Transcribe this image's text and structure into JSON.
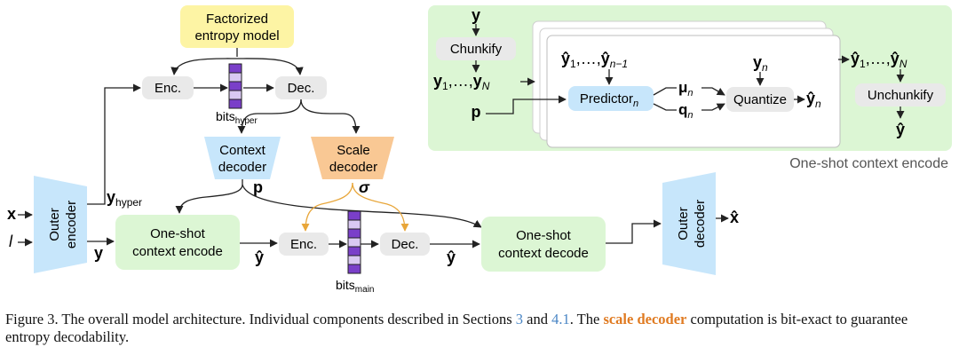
{
  "colors": {
    "green_fill": "#dcf6d4",
    "blue_fill": "#c7e6fb",
    "orange_fill": "#f9c894",
    "yellow_fill": "#fdf4a4",
    "gray_fill": "#e9e9e9",
    "purple_fill": "#7a3fc9",
    "purple_light": "#d9c8f2",
    "orange_arrow": "#e8a63a",
    "caption_ref": "#4a86c5",
    "caption_highlight": "#e07b22"
  },
  "nodes": {
    "factorized_entropy_model": [
      "Factorized",
      "entropy model"
    ],
    "enc_hyper": "Enc.",
    "dec_hyper": "Dec.",
    "bits_hyper": {
      "base": "bits",
      "sub": "hyper"
    },
    "context_decoder": [
      "Context",
      "decoder"
    ],
    "scale_decoder": [
      "Scale",
      "decoder"
    ],
    "outer_encoder": [
      "Outer",
      "encoder"
    ],
    "one_shot_context_encode": [
      "One-shot",
      "context encode"
    ],
    "enc_main": "Enc.",
    "dec_main": "Dec.",
    "bits_main": {
      "base": "bits",
      "sub": "main"
    },
    "one_shot_context_decode": [
      "One-shot",
      "context decode"
    ],
    "outer_decoder": [
      "Outer",
      "decoder"
    ]
  },
  "symbols": {
    "x_in": "x",
    "l_in": "l",
    "y_hyper": {
      "base": "y",
      "sub": "hyper"
    },
    "y": "y",
    "p": "p",
    "sigma": "σ",
    "y_hat_1": "ŷ",
    "y_hat_2": "ŷ",
    "x_hat": "x̂"
  },
  "inset": {
    "label": "One-shot context encode",
    "y_top": "y",
    "chunkify": "Chunkify",
    "y_list": {
      "y1": "y",
      "sub1": "1",
      "dots": ",…,",
      "yN": "y",
      "subN": "N"
    },
    "p": "p",
    "yhat_prev": {
      "y1": "ŷ",
      "sub1": "1",
      "dots": ",…,",
      "yn": "ŷ",
      "subn": "n−1"
    },
    "predictor": {
      "base": "Predictor",
      "sub": "n"
    },
    "mu": {
      "base": "μ",
      "sub": "n"
    },
    "q": {
      "base": "q",
      "sub": "n"
    },
    "y_n": {
      "base": "y",
      "sub": "n"
    },
    "quantize": "Quantize",
    "yhat_n": {
      "base": "ŷ",
      "sub": "n"
    },
    "yhat_all": {
      "y1": "ŷ",
      "sub1": "1",
      "dots": ",…,",
      "yN": "ŷ",
      "subN": "N"
    },
    "unchunkify": "Unchunkify",
    "yhat_out": "ŷ"
  },
  "caption": {
    "prefix": "Figure 3. The overall model architecture. Individual components described in Sections ",
    "ref1": "3",
    "mid": " and ",
    "ref2": "4.1",
    "mid2": ". The ",
    "highlight": "scale decoder",
    "suffix": " computation is bit-exact to guarantee entropy decodability."
  }
}
